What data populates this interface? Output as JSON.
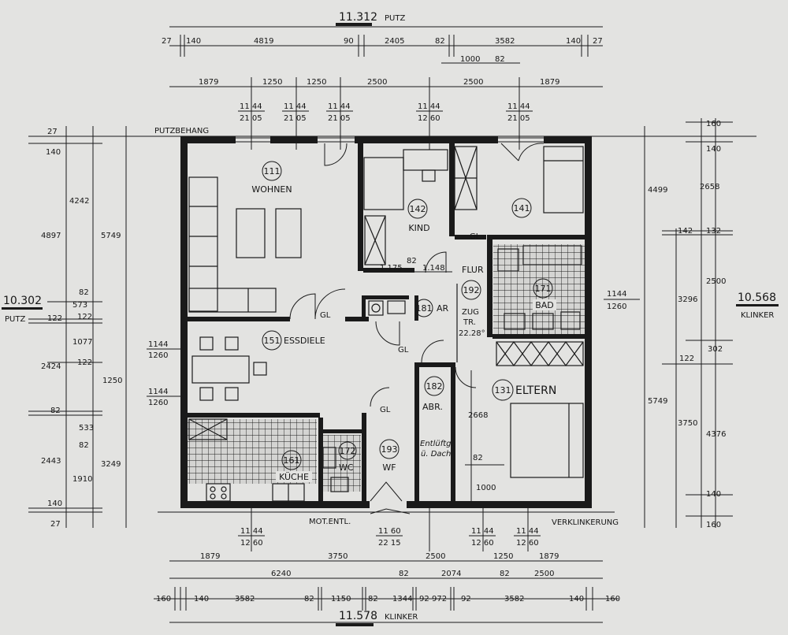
{
  "overall": {
    "width_putz_top": "11.312",
    "putz_label": "PUTZ",
    "width_klinker_bottom": "11.578",
    "klinker_label": "KLINKER",
    "depth_putz_left": "10.302",
    "depth_klinker_right": "10.568"
  },
  "labels": {
    "putzbehang": "PUTZBEHANG",
    "verklinkerung": "VERKLINKERUNG",
    "mot_entl": "MOT.ENTL.",
    "entlueft_1": "Entlüftg.",
    "entlueft_2": "ü. Dach",
    "zug_1": "ZUG",
    "zug_2": "TR.",
    "zug_3": "22.28°",
    "gl": "GL"
  },
  "rooms": [
    {
      "number": "111",
      "name": "WOHNEN"
    },
    {
      "number": "142",
      "name": "KIND"
    },
    {
      "number": "141",
      "name": ""
    },
    {
      "number": "192",
      "name": "FLUR"
    },
    {
      "number": "171",
      "name": "BAD"
    },
    {
      "number": "181",
      "name": "AR"
    },
    {
      "number": "151",
      "name": "ESSDIELE"
    },
    {
      "number": "182",
      "name": "ABR."
    },
    {
      "number": "131",
      "name": "ELTERN"
    },
    {
      "number": "161",
      "name": "KÜCHE"
    },
    {
      "number": "172",
      "name": "WC"
    },
    {
      "number": "193",
      "name": "WF"
    }
  ],
  "dims_top_row1": [
    "27",
    "140",
    "4819",
    "90",
    "2405",
    "82",
    "3582",
    "140",
    "27"
  ],
  "dims_top_row2": [
    "1000",
    "82"
  ],
  "dims_top_row3": [
    "1879",
    "1250",
    "1250",
    "2500",
    "2500",
    "1879"
  ],
  "top_openings": [
    {
      "num": "11 44",
      "den": "21 05"
    },
    {
      "num": "11 44",
      "den": "21 05"
    },
    {
      "num": "11 44",
      "den": "21 05"
    },
    {
      "num": "11 44",
      "den": "12 60"
    },
    {
      "num": "11 44",
      "den": "21 05"
    }
  ],
  "dims_bottom_row1": [
    "1879",
    "3750",
    "2500",
    "1250",
    "1879"
  ],
  "dims_bottom_row2": [
    "6240",
    "82",
    "2074",
    "82",
    "2500"
  ],
  "dims_bottom_row3": [
    "160",
    "140",
    "3582",
    "82",
    "1150",
    "82",
    "1344",
    "92",
    "972",
    "92",
    "3582",
    "140",
    "160"
  ],
  "bottom_openings": [
    {
      "num": "11 44",
      "den": "12 60"
    },
    {
      "num": "11 60",
      "den": "22 15"
    },
    {
      "num": "11 44",
      "den": "12 60"
    },
    {
      "num": "11 44",
      "den": "12 60"
    }
  ],
  "dims_left_outer": [
    "27",
    "140",
    "4897",
    "122",
    "2424",
    "82",
    "2443",
    "140",
    "27"
  ],
  "dims_left_mid": [
    "4242",
    "82",
    "573",
    "122",
    "1077",
    "122",
    "533",
    "82",
    "1910"
  ],
  "dims_left_inner": [
    "5749",
    "1250",
    "3249"
  ],
  "left_openings": [
    {
      "num": "1144",
      "den": "1260"
    },
    {
      "num": "1144",
      "den": "1260"
    }
  ],
  "dims_right_outer": [
    "160",
    "140",
    "2658",
    "132",
    "2500",
    "302",
    "4376",
    "140",
    "160"
  ],
  "dims_right_mid": [
    "142",
    "3296",
    "122",
    "3750"
  ],
  "dims_right_inner": [
    "4499",
    "5749"
  ],
  "right_opening": {
    "num": "1144",
    "den": "1260"
  },
  "interior_dims": [
    "1.175",
    "82",
    "1.148",
    "2668",
    "82",
    "1000"
  ]
}
